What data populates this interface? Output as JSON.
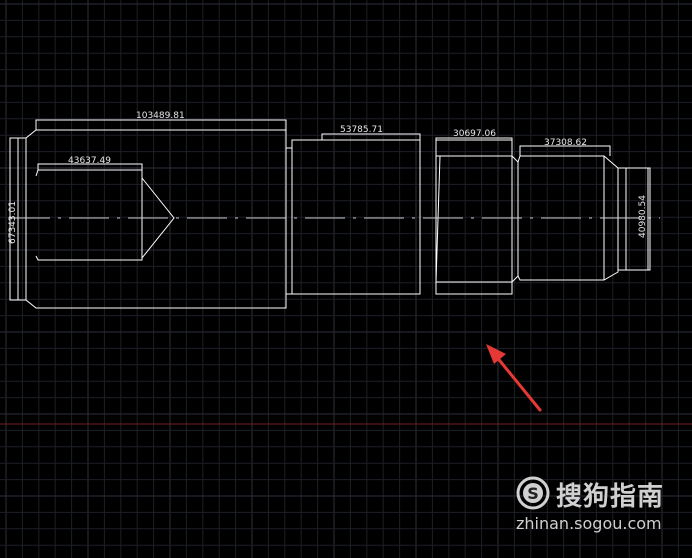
{
  "drawing": {
    "dimensions": {
      "overall_length_1": "103489.81",
      "bore_depth": "43637.49",
      "section_2_length": "53785.71",
      "section_3_length": "30697.06",
      "section_4_length": "37308.62",
      "left_diameter": "67343.01",
      "right_diameter": "40980.54"
    }
  },
  "watermark": {
    "brand": "搜狗指南",
    "url": "zhinan.sogou.com"
  },
  "colors": {
    "background": "#000000",
    "grid_minor": "#1c1f26",
    "grid_major": "#2b2f3a",
    "axis_x": "#7a2020",
    "geometry": "#ffffff",
    "centerline": "#c8c8c8",
    "arrow": "#e53935"
  }
}
